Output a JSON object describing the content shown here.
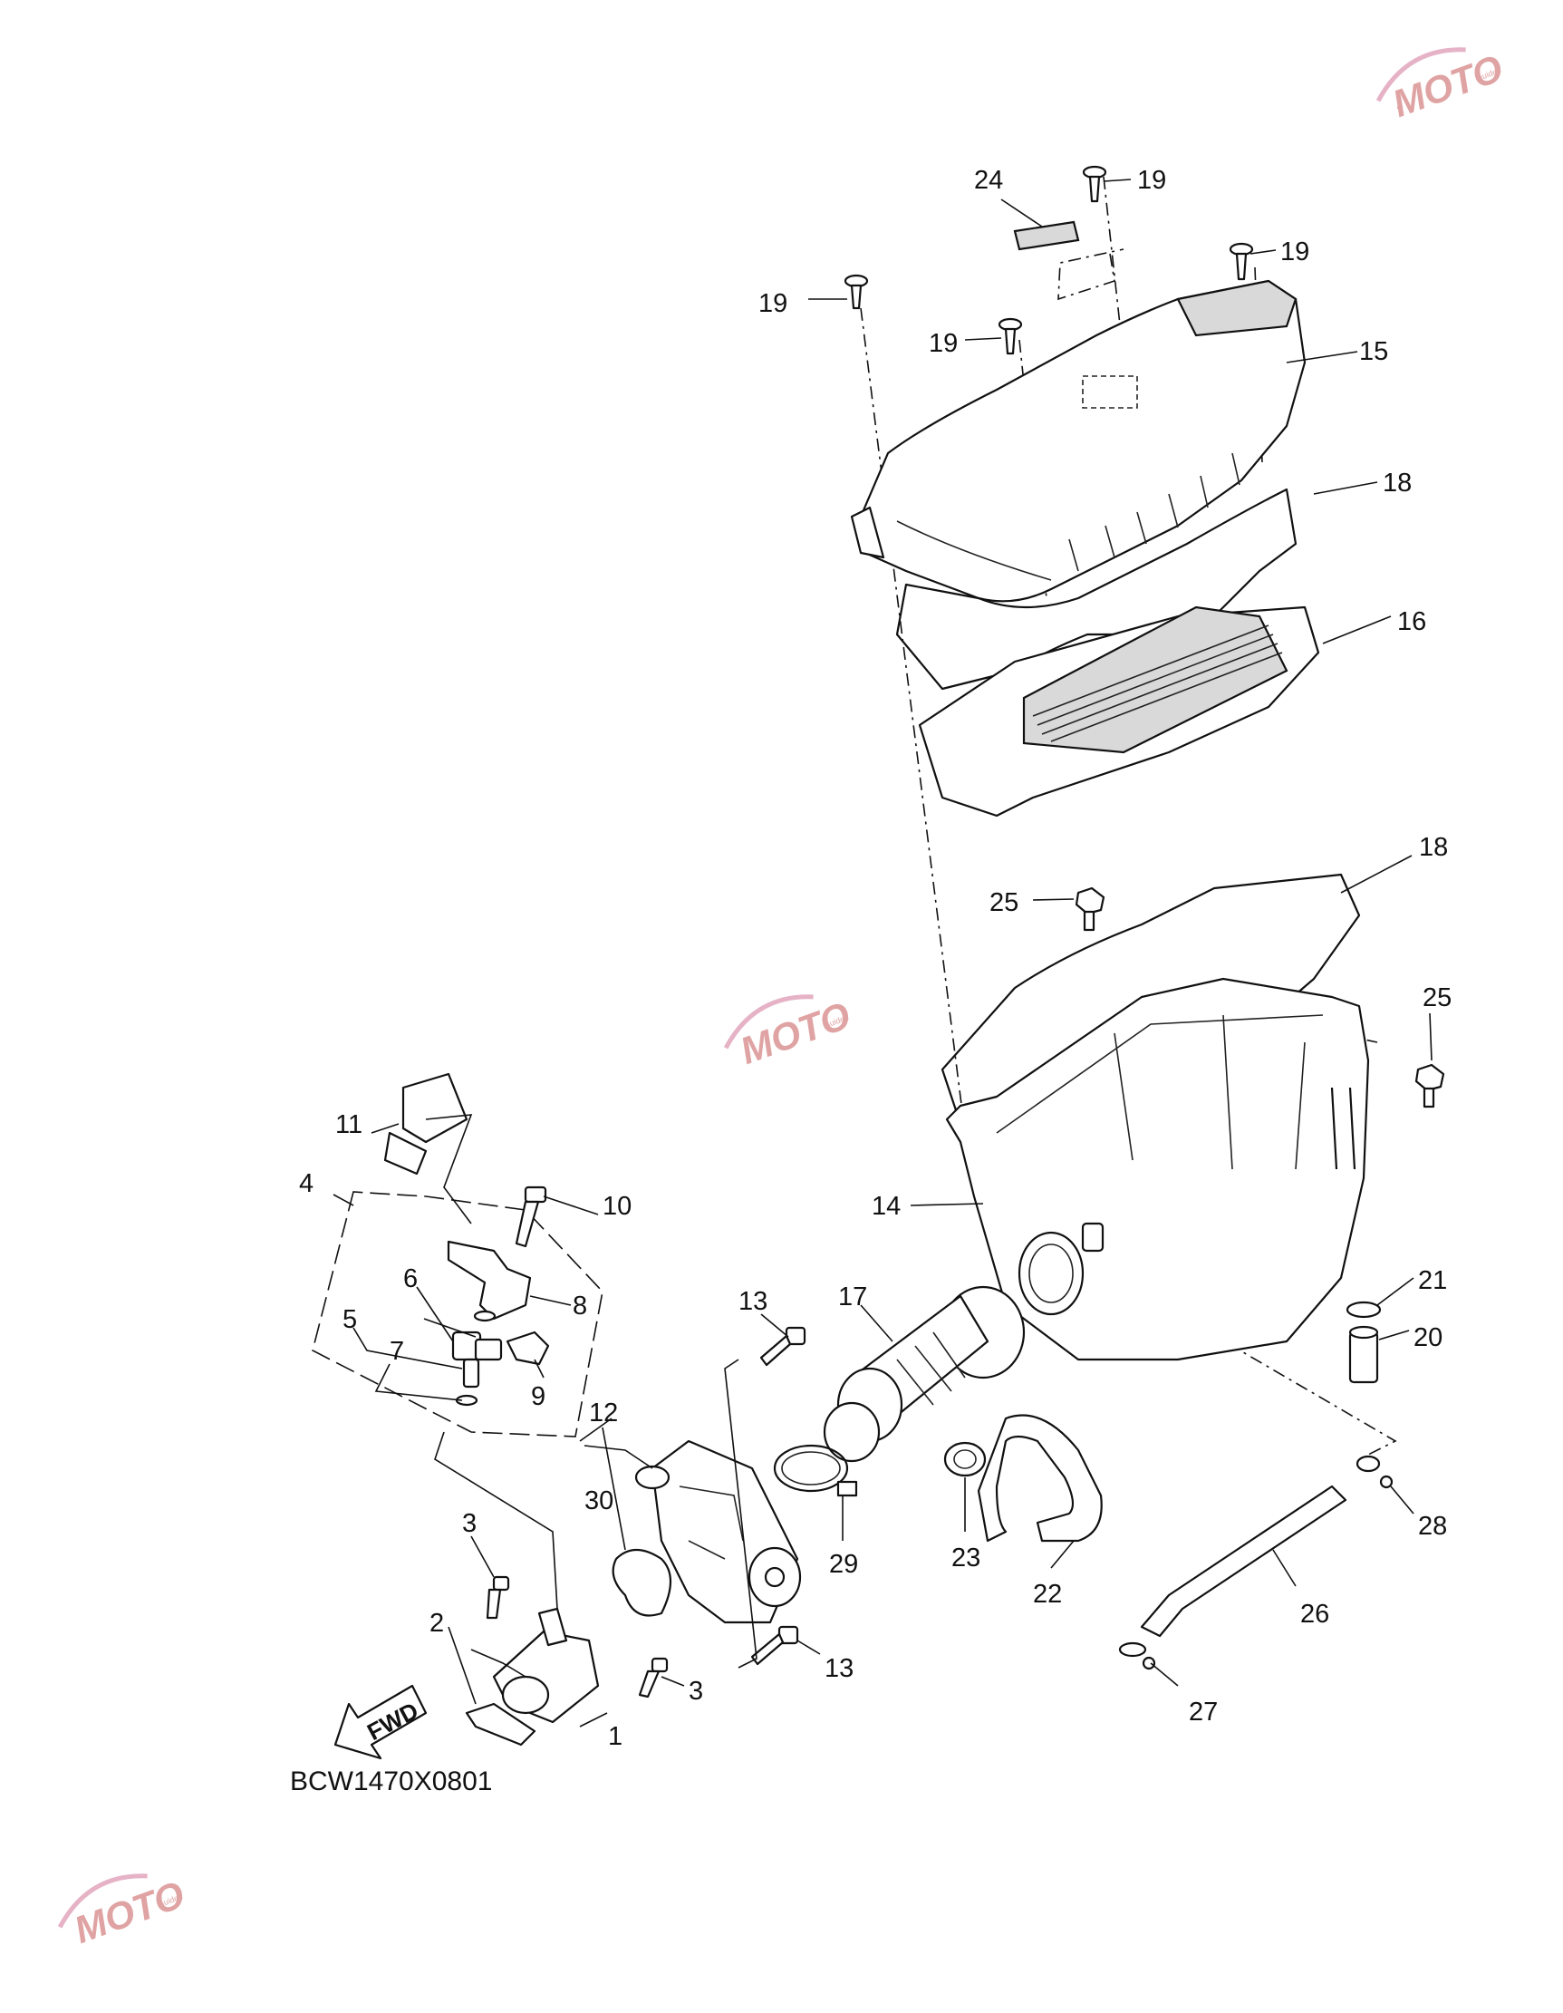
{
  "drawing_code": "BCW1470X0801",
  "fwd_label": "FWD",
  "watermark": {
    "text": "MOTO",
    "subtext": "Guides"
  },
  "callouts": {
    "c1": "1",
    "c2": "2",
    "c3a": "3",
    "c3b": "3",
    "c4": "4",
    "c5": "5",
    "c6": "6",
    "c7": "7",
    "c8": "8",
    "c9": "9",
    "c10": "10",
    "c11": "11",
    "c12": "12",
    "c13a": "13",
    "c13b": "13",
    "c14": "14",
    "c15": "15",
    "c16": "16",
    "c17": "17",
    "c18a": "18",
    "c18b": "18",
    "c19a": "19",
    "c19b": "19",
    "c19c": "19",
    "c19d": "19",
    "c20": "20",
    "c21": "21",
    "c22": "22",
    "c23": "23",
    "c24": "24",
    "c25a": "25",
    "c25b": "25",
    "c26": "26",
    "c27": "27",
    "c28": "28",
    "c29": "29",
    "c30": "30"
  }
}
